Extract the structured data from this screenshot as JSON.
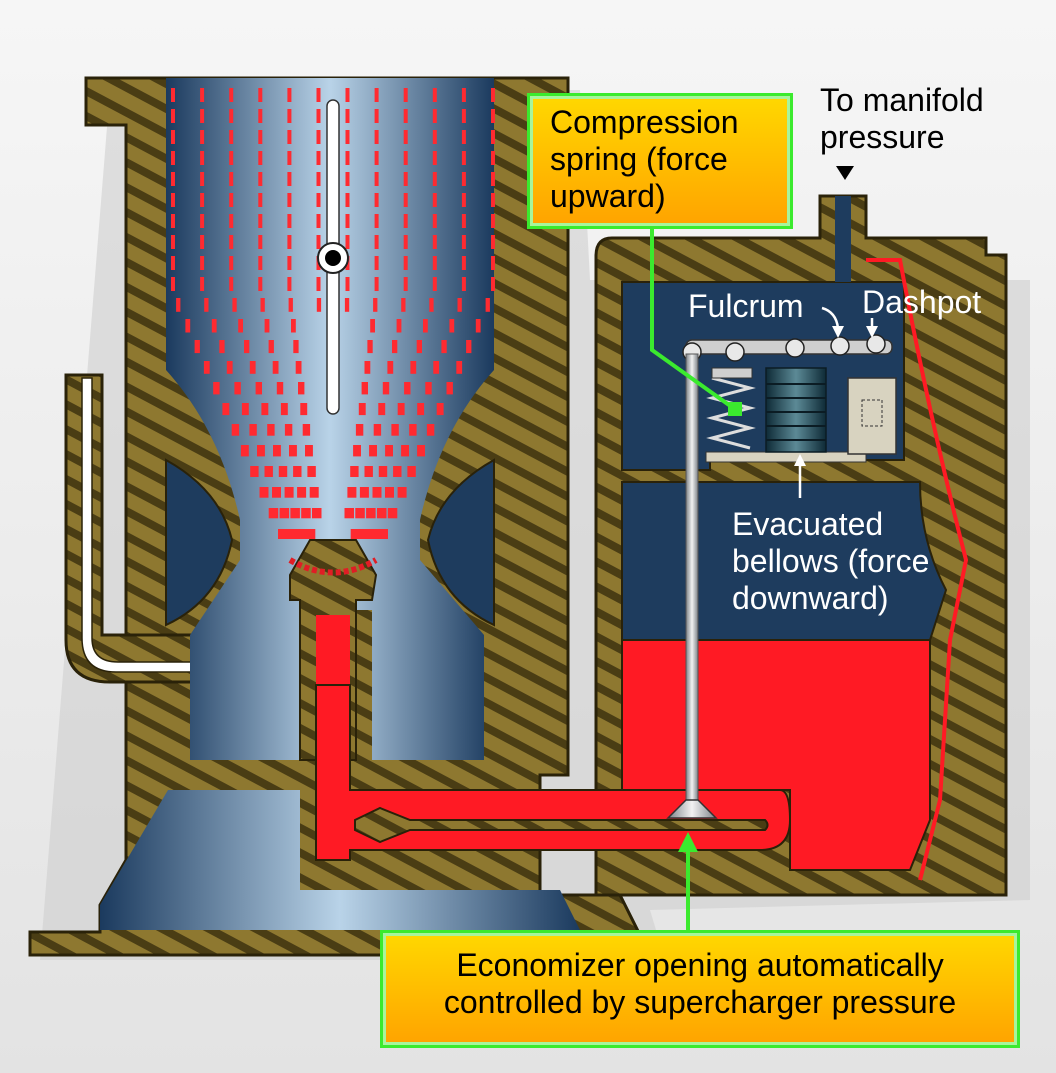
{
  "labels": {
    "manifold": [
      "To manifold",
      "pressure"
    ],
    "compression": [
      "Compression",
      "spring (force",
      "upward)"
    ],
    "fulcrum": "Fulcrum",
    "dashpot": "Dashpot",
    "bellows": [
      "Evacuated",
      "bellows (force",
      "downward)"
    ],
    "economizer": [
      "Economizer opening automatically",
      "controlled by supercharger pressure"
    ]
  },
  "colors": {
    "body": "#8a7530",
    "stripe": "#4c3f15",
    "airflow": "#1e3c5e",
    "fuel": "#ff1a24",
    "callout_border": "#3bea2e",
    "callout_fill": "#ffbd00"
  }
}
